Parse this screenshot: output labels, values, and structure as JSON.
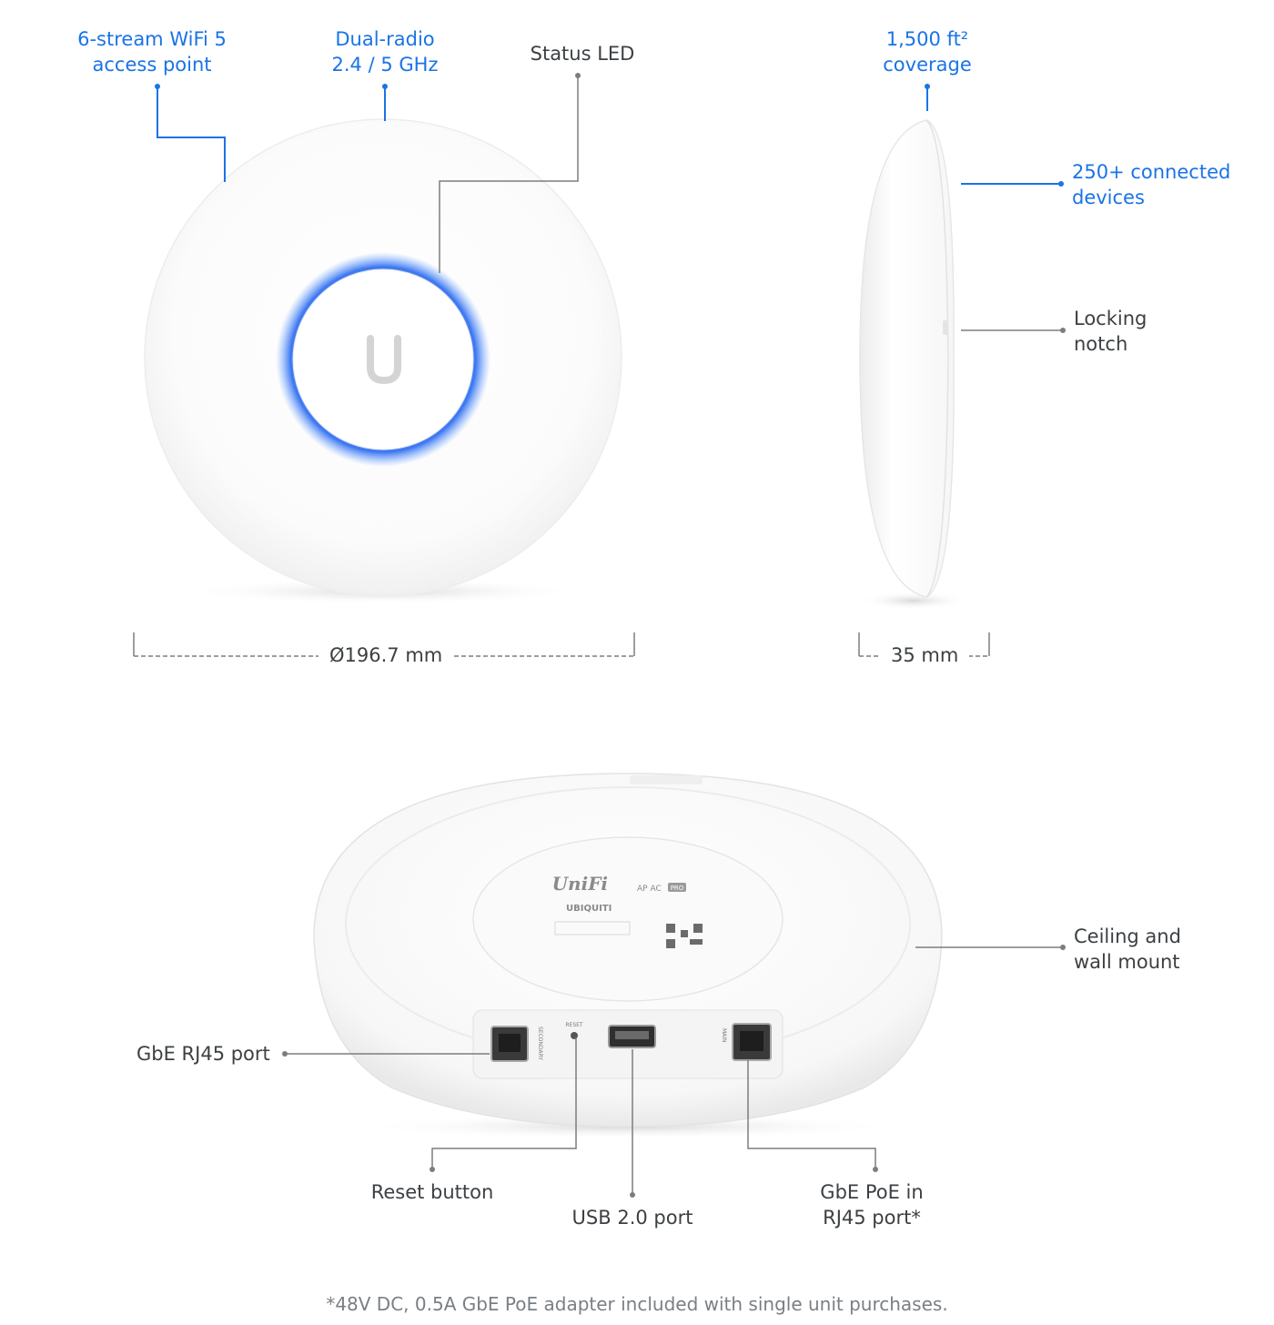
{
  "callouts": {
    "wifi": "6-stream WiFi 5\naccess point",
    "dual_radio": "Dual-radio\n2.4 / 5 GHz",
    "status_led": "Status LED",
    "coverage": "1,500 ft²\ncoverage",
    "devices": "250+ connected\ndevices",
    "locking_notch": "Locking\nnotch",
    "ceiling_mount": "Ceiling and\nwall mount",
    "rj45": "GbE RJ45 port",
    "reset": "Reset button",
    "usb": "USB 2.0 port",
    "poe": "GbE PoE in\nRJ45 port*"
  },
  "dimensions": {
    "diameter": "Ø196.7 mm",
    "thickness": "35 mm"
  },
  "device_labels": {
    "brand": "UniFi",
    "model": "AP AC",
    "model_badge": "PRO",
    "maker": "UBIQUITI",
    "reset_port": "RESET",
    "secondary_port": "SECONDARY",
    "main_port": "MAIN"
  },
  "footnote": "*48V DC, 0.5A GbE PoE adapter included with single unit purchases.",
  "colors": {
    "accent": "#1a73e8",
    "led": "#2f6df0",
    "leader_gray": "#7d7d7d"
  }
}
